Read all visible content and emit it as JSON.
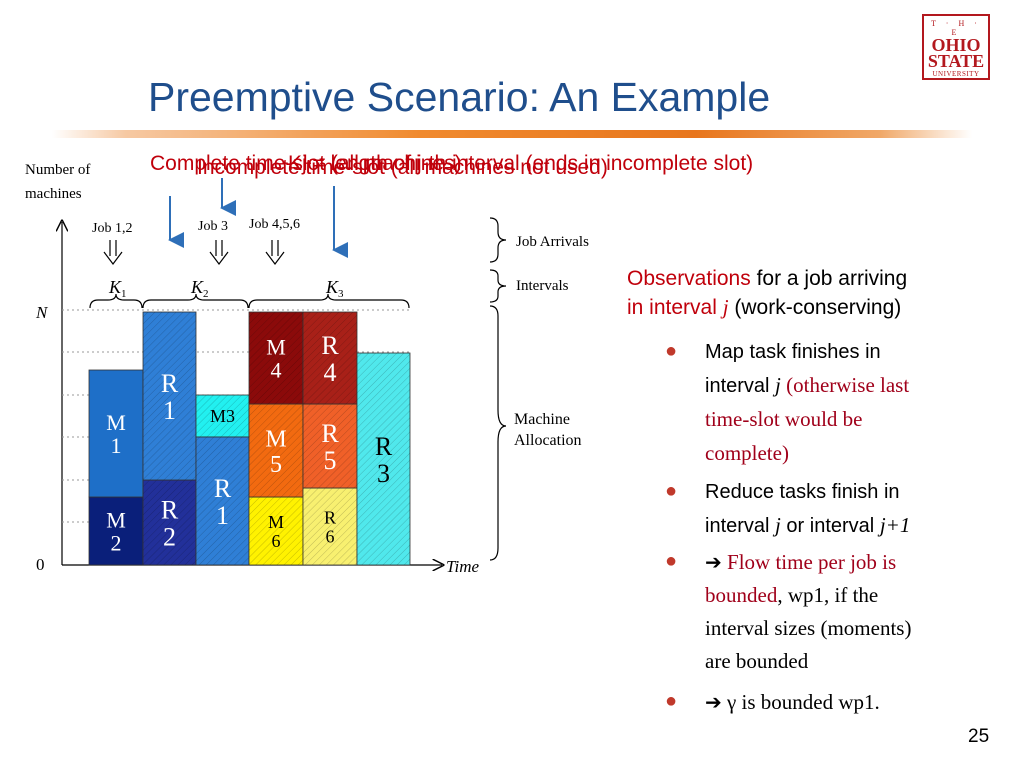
{
  "title": "Preemptive Scenario: An Example",
  "logo": {
    "line1": "T · H · E",
    "line2": "OHIO",
    "line3": "STATE",
    "line4": "UNIVERSITY"
  },
  "annotations": {
    "overlap_1": "Complete time-slot (all machines)",
    "overlap_2": "Incomplete time-slot (all machines not used)",
    "overlap_3": "Kj = length of j-th interval (ends in incomplete slot)"
  },
  "diagram": {
    "y_axis_label_line1": "Number of",
    "y_axis_label_line2": "machines",
    "y_tick_N": "N",
    "y_tick_0": "0",
    "x_axis_label": "Time",
    "arrivals": [
      "Job 1,2",
      "Job 3",
      "Job 4,5,6"
    ],
    "intervals": {
      "k1": "K",
      "k1_sub": "1",
      "k2": "K",
      "k2_sub": "2",
      "k3": "K",
      "k3_sub": "3"
    },
    "legend": {
      "job_arrivals": "Job Arrivals",
      "intervals": "Intervals",
      "machine_allocation_1": "Machine",
      "machine_allocation_2": "Allocation"
    },
    "blocks": [
      {
        "id": "m2",
        "l1": "M",
        "l2": "2",
        "color": "#0a1f7a",
        "text": "#ffffff"
      },
      {
        "id": "m1",
        "l1": "M",
        "l2": "1",
        "color": "#1e6fc8",
        "text": "#ffffff"
      },
      {
        "id": "r2",
        "l1": "R",
        "l2": "2",
        "color": "#22309a",
        "text": "#ffffff"
      },
      {
        "id": "r1a",
        "l1": "R",
        "l2": "1",
        "color": "#2f7fd6",
        "text": "#ffffff"
      },
      {
        "id": "m3",
        "l1": "M",
        "l2": "3",
        "color": "#22f0f0",
        "text": "#000000"
      },
      {
        "id": "r1b",
        "l1": "R",
        "l2": "1",
        "color": "#2f7fd6",
        "text": "#ffffff"
      },
      {
        "id": "m6",
        "l1": "M",
        "l2": "6",
        "color": "#fff200",
        "text": "#000000"
      },
      {
        "id": "m5",
        "l1": "M",
        "l2": "5",
        "color": "#f26a10",
        "text": "#ffffff"
      },
      {
        "id": "m4",
        "l1": "M",
        "l2": "4",
        "color": "#8b0a0a",
        "text": "#ffffff"
      },
      {
        "id": "r6",
        "l1": "R",
        "l2": "6",
        "color": "#f8f070",
        "text": "#000000"
      },
      {
        "id": "r5",
        "l1": "R",
        "l2": "5",
        "color": "#f06028",
        "text": "#ffffff"
      },
      {
        "id": "r4",
        "l1": "R",
        "l2": "4",
        "color": "#a82018",
        "text": "#ffffff"
      },
      {
        "id": "r3",
        "l1": "R",
        "l2": "3",
        "color": "#50e8ec",
        "text": "#000000"
      }
    ]
  },
  "observations": {
    "head_red": "Observations",
    "head_rest": " for a job arriving",
    "line2_red": "in interval ",
    "line2_j": "j",
    "line2_rest": " (work-conserving)"
  },
  "bullets": {
    "b1_a": "Map task finishes in",
    "b1_b": "interval ",
    "b1_j": "j",
    "b1_c": " (otherwise last",
    "b1_d": "time-slot would be",
    "b1_e": "complete)",
    "b2_a": "Reduce tasks finish in",
    "b2_b": "interval ",
    "b2_j": "j",
    "b2_c": " or interval ",
    "b2_j2": "j+1",
    "b3_arrow": "➔",
    "b3_a": " Flow time per job is",
    "b3_b": "bounded",
    "b3_c": ", wp1, if the",
    "b3_d": "interval sizes (moments)",
    "b3_e": "are bounded",
    "b4_arrow": "➔",
    "b4_a": " γ is bounded wp1."
  },
  "page_number": "25",
  "colors": {
    "title": "#1f4e8c",
    "annotation_red": "#c0000b",
    "dark_red": "#a0001a",
    "bullet": "#c0392b",
    "arrow_blue": "#2e6fb8"
  }
}
